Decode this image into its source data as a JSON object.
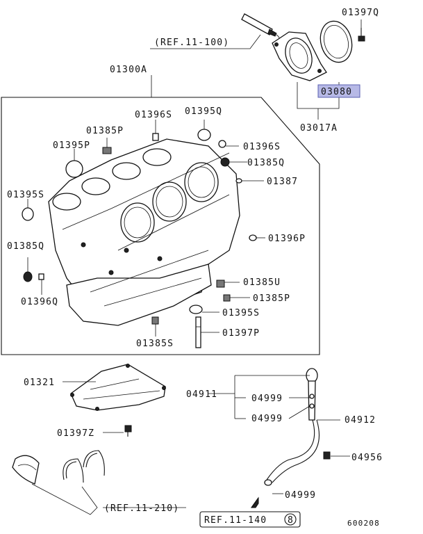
{
  "labels": {
    "ref_11_100": "(REF.11-100)",
    "p01397Q": "01397Q",
    "p03080": "03080",
    "p03017A": "03017A",
    "p01300A": "01300A",
    "p01396S_top": "01396S",
    "p01395Q_top": "01395Q",
    "p01385P_left": "01385P",
    "p01395P": "01395P",
    "p01396S_right": "01396S",
    "p01385Q_right": "01385Q",
    "p01387": "01387",
    "p01395S_left": "01395S",
    "p01396P": "01396P",
    "p01385Q_left": "01385Q",
    "p01385U": "01385U",
    "p01396Q": "01396Q",
    "p01385P_right": "01385P",
    "p01395S_right": "01395S",
    "p01397P": "01397P",
    "p01385S": "01385S",
    "p01321": "01321",
    "p04911": "04911",
    "p04999_a": "04999",
    "p04999_b": "04999",
    "p04912": "04912",
    "p01397Z": "01397Z",
    "p04956": "04956",
    "p04999_c": "04999",
    "ref_11_210": "(REF.11-210)",
    "ref_11_140": "REF.11-140",
    "ref_11_140_num": "8",
    "code": "600208"
  },
  "colors": {
    "highlight": "#b7b9e6",
    "line": "#111111"
  }
}
